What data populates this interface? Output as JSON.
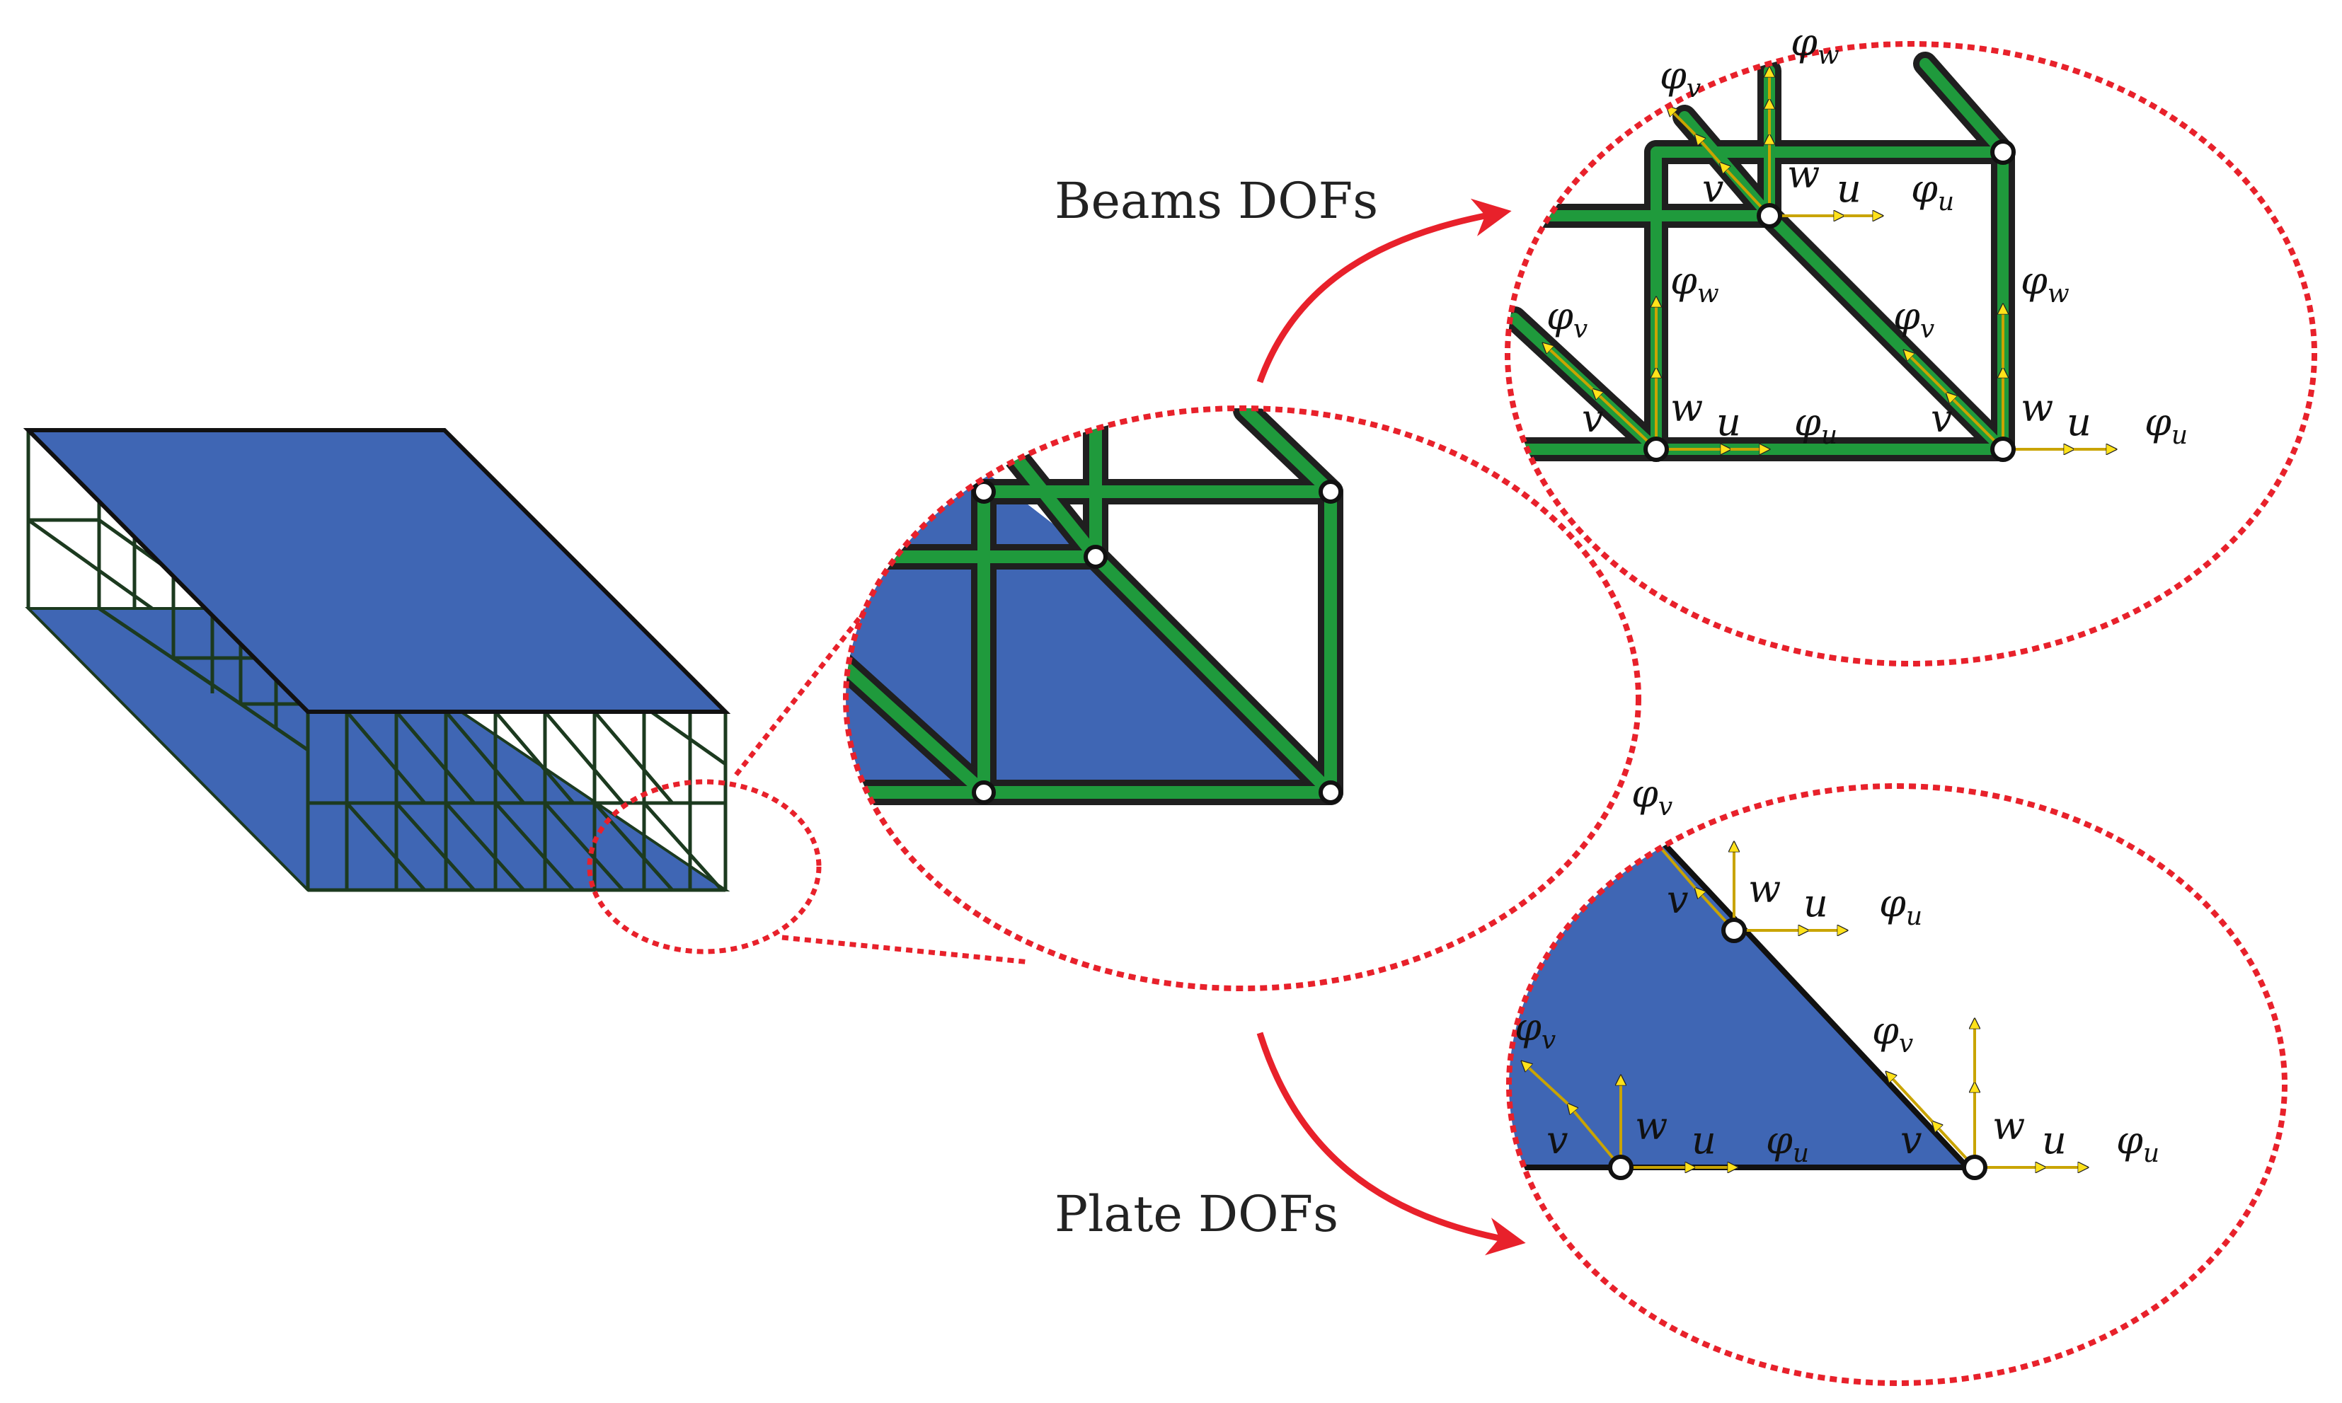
{
  "labels": {
    "beams": "Beams DOFs",
    "plate": "Plate DOFs"
  },
  "dof": {
    "u": "u",
    "v": "v",
    "w": "w",
    "phi_u": "φu",
    "phi_v": "φv",
    "phi_w": "φw"
  },
  "colors": {
    "plate_blue": "#3f66b4",
    "beam_green": "#1f9a3c",
    "beam_outline": "#1f1f1f",
    "zoom_red": "#e8212b",
    "arrow_yellow": "#ffe21a",
    "frame_green": "#1c3a1f"
  }
}
